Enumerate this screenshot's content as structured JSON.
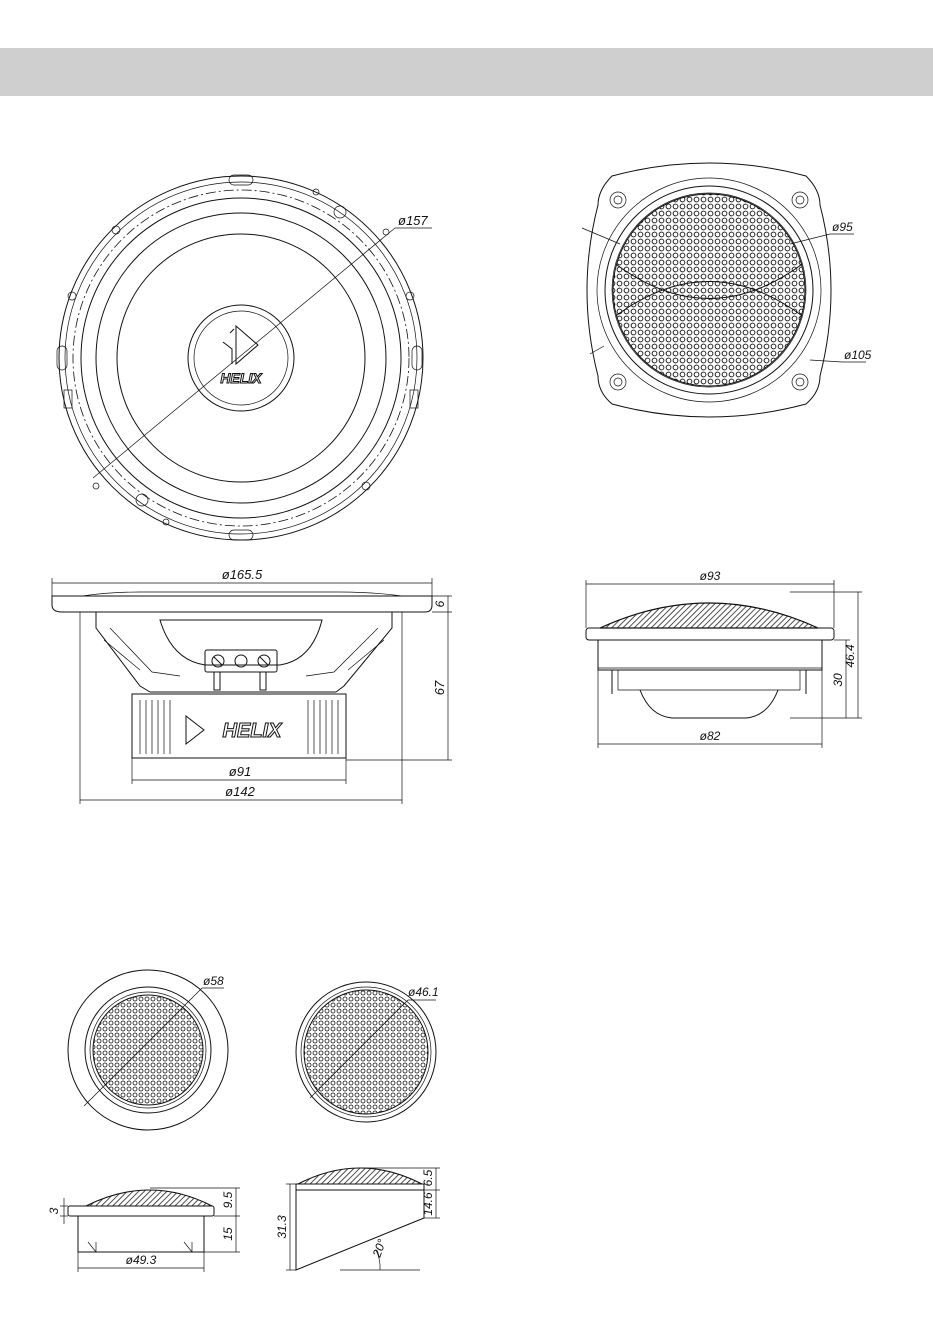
{
  "header_bar": {
    "color": "#cfcfcf"
  },
  "brand": {
    "logo_text": "HELIX"
  },
  "woofer_front": {
    "dim_mount": "ø157"
  },
  "woofer_side": {
    "dim_outer": "ø165.5",
    "dim_flange": "6",
    "dim_depth": "67",
    "dim_magnet": "ø91",
    "dim_cutout": "ø142"
  },
  "mid_front": {
    "dim_inner": "ø95",
    "dim_outer": "ø105"
  },
  "mid_side": {
    "dim_top": "ø93",
    "dim_height": "46.4",
    "dim_depth": "30",
    "dim_base": "ø82"
  },
  "tweeter_flush_front": {
    "dim": "ø58"
  },
  "tweeter_surface_front": {
    "dim": "ø46.1"
  },
  "tweeter_flush_side": {
    "dim_flange": "3",
    "dim_dome": "9.5",
    "dim_depth": "15",
    "dim_base": "ø49.3"
  },
  "tweeter_surface_side": {
    "dim_dome": "6.5",
    "dim_body": "14.6",
    "dim_height": "31.3",
    "dim_angle": "20°"
  }
}
